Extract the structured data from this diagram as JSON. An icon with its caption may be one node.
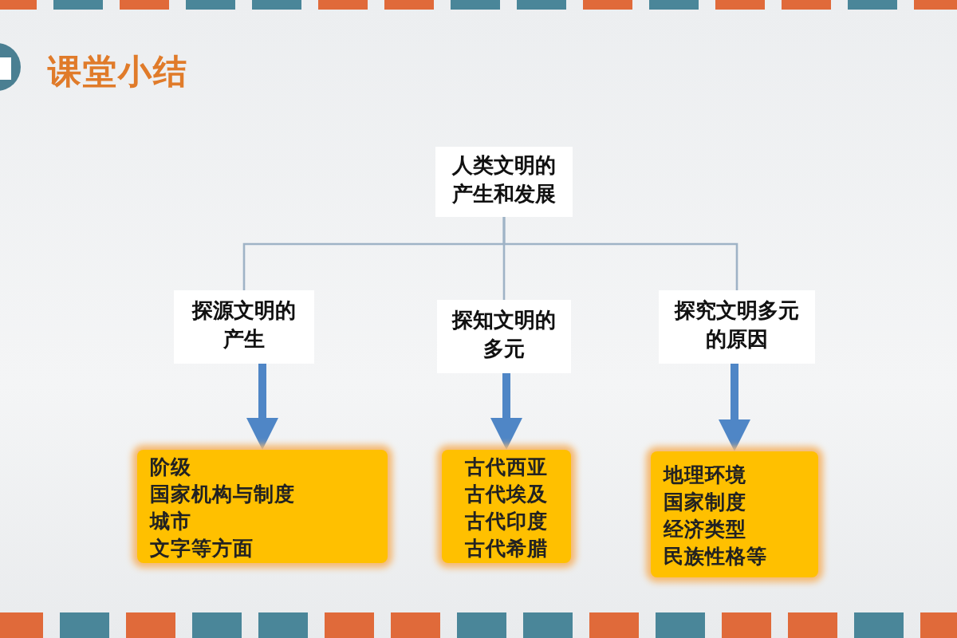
{
  "diagram": {
    "title": "课堂小结",
    "nodes": [
      {
        "text": [
          "人类文明的产生和发展"
        ]
      },
      {
        "text": [
          "探源文明的产生"
        ]
      },
      {
        "text": [
          "探知文明的多元"
        ]
      },
      {
        "text": [
          "探究文明多元的原因"
        ]
      },
      {
        "text": [
          "阶级",
          "国家机构与制度",
          "城市",
          "文字等方面"
        ]
      },
      {
        "text": [
          "古代西亚",
          "古代埃及",
          "古代印度",
          "古代希腊"
        ]
      },
      {
        "text": [
          "地理环境",
          "国家制度",
          "经济类型",
          "民族性格等"
        ]
      }
    ],
    "edges": [
      {
        "from": 0,
        "to": 1,
        "arrow": "none"
      },
      {
        "from": 0,
        "to": 2,
        "arrow": "none"
      },
      {
        "from": 0,
        "to": 3,
        "arrow": "none"
      },
      {
        "from": 1,
        "to": 4,
        "arrow": "to",
        "style": "thick",
        "color": "#4f86c6"
      },
      {
        "from": 2,
        "to": 5,
        "arrow": "to",
        "style": "thick",
        "color": "#4f86c6"
      },
      {
        "from": 3,
        "to": 6,
        "arrow": "to",
        "style": "thick",
        "color": "#4f86c6"
      }
    ]
  }
}
